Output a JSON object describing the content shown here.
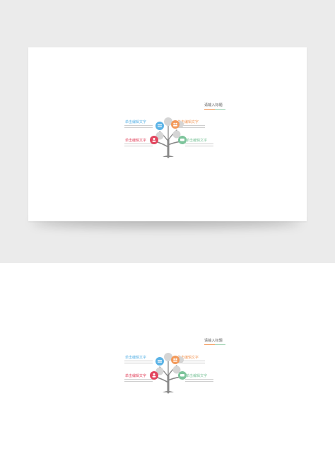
{
  "slide": {
    "title": "请输入标题",
    "items": [
      {
        "label": "单击编辑文字",
        "color": "#5bb3e6",
        "icon": "layers-icon"
      },
      {
        "label": "单击编辑文字",
        "color": "#f39a5b",
        "icon": "people-icon"
      },
      {
        "label": "单击编辑文字",
        "color": "#e2455e",
        "icon": "person-icon"
      },
      {
        "label": "单击编辑文字",
        "color": "#7dc49b",
        "icon": "chat-icon"
      }
    ]
  }
}
